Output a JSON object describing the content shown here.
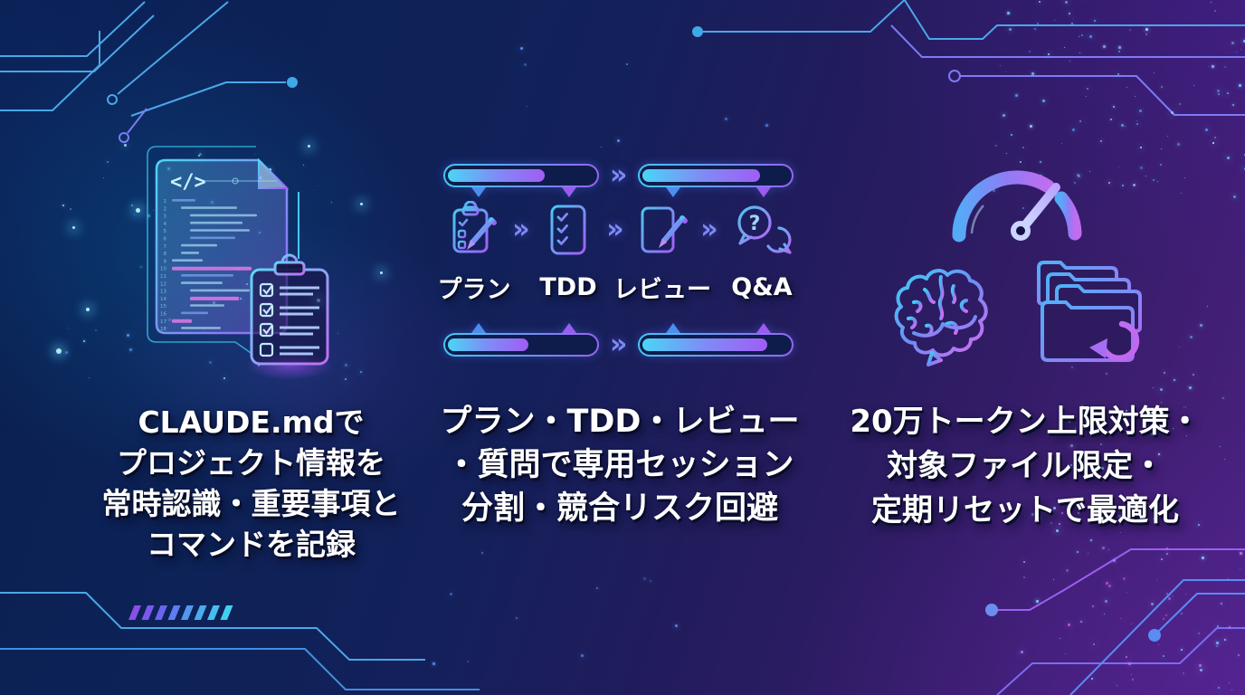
{
  "colors": {
    "bg_left": "#0b2050",
    "bg_right": "#4a2280",
    "accent_cyan": "#41c9f2",
    "accent_blue": "#4a8ef0",
    "accent_purple": "#9a5cf0",
    "text": "#ffffff"
  },
  "left_panel": {
    "icon": "code-file-with-checklist",
    "code_glyph": "</>",
    "caption_lines": [
      "CLAUDE.mdで",
      "プロジェクト情報を",
      "常時認識・重要事項と",
      "コマンドを記録"
    ]
  },
  "center_panel": {
    "chevron": "»",
    "top_bars": [
      {
        "fill_pct": 66
      },
      {
        "fill_pct": 80
      }
    ],
    "bottom_bars": [
      {
        "fill_pct": 55
      },
      {
        "fill_pct": 85
      }
    ],
    "steps": [
      {
        "label": "プラン",
        "icon": "clipboard-pencil-icon"
      },
      {
        "label": "TDD",
        "icon": "checklist-icon"
      },
      {
        "label": "レビュー",
        "icon": "document-pencil-icon"
      },
      {
        "label": "Q&A",
        "icon": "question-bubbles-icon",
        "glyph": "?"
      }
    ],
    "caption_lines": [
      "プラン・TDD・レビュー",
      "・質問で専用セッション",
      "分割・競合リスク回避"
    ]
  },
  "right_panel": {
    "icons": [
      "speedometer-icon",
      "brain-icon",
      "folder-stack-refresh-icon"
    ],
    "caption_lines": [
      "20万トークン上限対策・",
      "対象ファイル限定・",
      "定期リセットで最適化"
    ]
  }
}
